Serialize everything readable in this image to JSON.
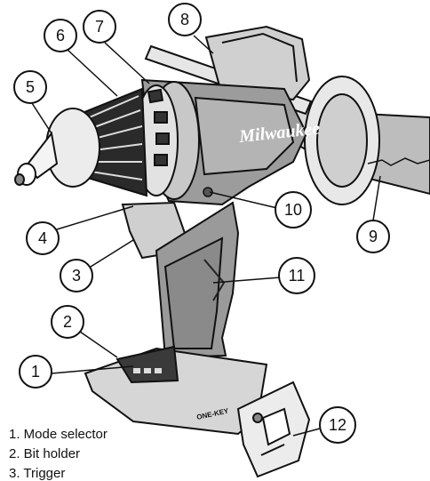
{
  "diagram": {
    "callouts": [
      "1",
      "2",
      "3",
      "4",
      "5",
      "6",
      "7",
      "8",
      "9",
      "10",
      "11",
      "12"
    ],
    "brand_mark": "Milwaukee",
    "base_mark": "ONE-KEY"
  },
  "legend": {
    "items": [
      "1. Mode selector",
      "2. Bit holder",
      "3. Trigger"
    ]
  }
}
